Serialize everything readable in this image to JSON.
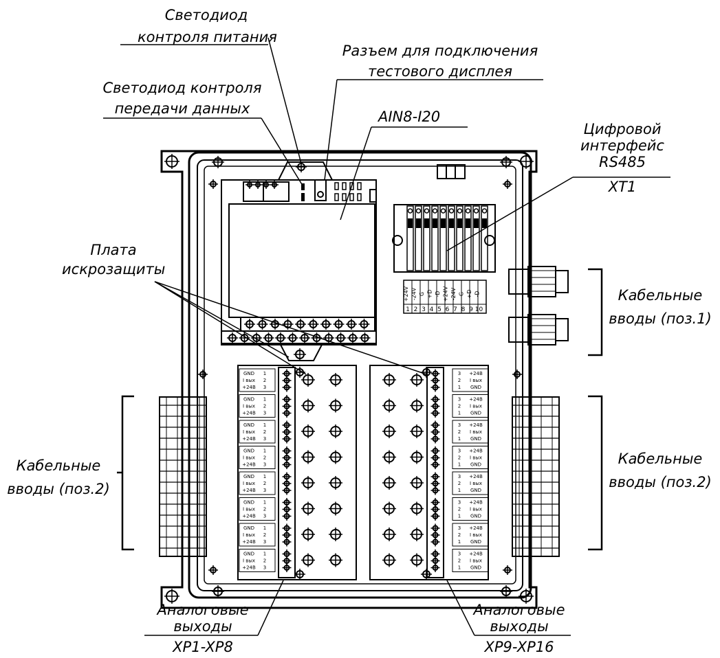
{
  "labels": {
    "power_led": [
      "Светодиод",
      "контроля питания"
    ],
    "display_connector": [
      "Разъем для подключения",
      "тестового дисплея"
    ],
    "data_led": [
      "Светодиод контроля",
      "передачи данных"
    ],
    "module_name": "AIN8-I20",
    "digital_interface": [
      "Цифровой",
      "интерфейс",
      "RS485",
      "XT1"
    ],
    "barrier_board": [
      "Плата",
      "искрозащиты"
    ],
    "cable_inputs_pos1": [
      "Кабельные",
      "вводы (поз.1)"
    ],
    "cable_inputs_pos2_left": [
      "Кабельные",
      "вводы (поз.2)"
    ],
    "cable_inputs_pos2_right": [
      "Кабельные",
      "вводы (поз.2)"
    ],
    "analog_outputs_left": [
      "Аналоговые",
      "выходы",
      "XP1-XP8"
    ],
    "analog_outputs_right": [
      "Аналоговые",
      "выходы",
      "XP9-XP16"
    ]
  },
  "terminal_xt1": {
    "signals": [
      "+24V",
      "-24V",
      "G",
      "+D",
      "-D",
      "+24V",
      "-24V",
      "G",
      "+D",
      "-D"
    ],
    "numbers": [
      "1",
      "2",
      "3",
      "4",
      "5",
      "6",
      "7",
      "8",
      "9",
      "10"
    ]
  },
  "output_block": {
    "pin_labels": [
      "GND",
      "I вых",
      "+24В"
    ],
    "pin_numbers_left": [
      "1",
      "2",
      "3"
    ],
    "pin_numbers_right": [
      "3",
      "2",
      "1"
    ],
    "right_pin_labels": [
      "+24В",
      "I вых",
      "GND"
    ]
  }
}
